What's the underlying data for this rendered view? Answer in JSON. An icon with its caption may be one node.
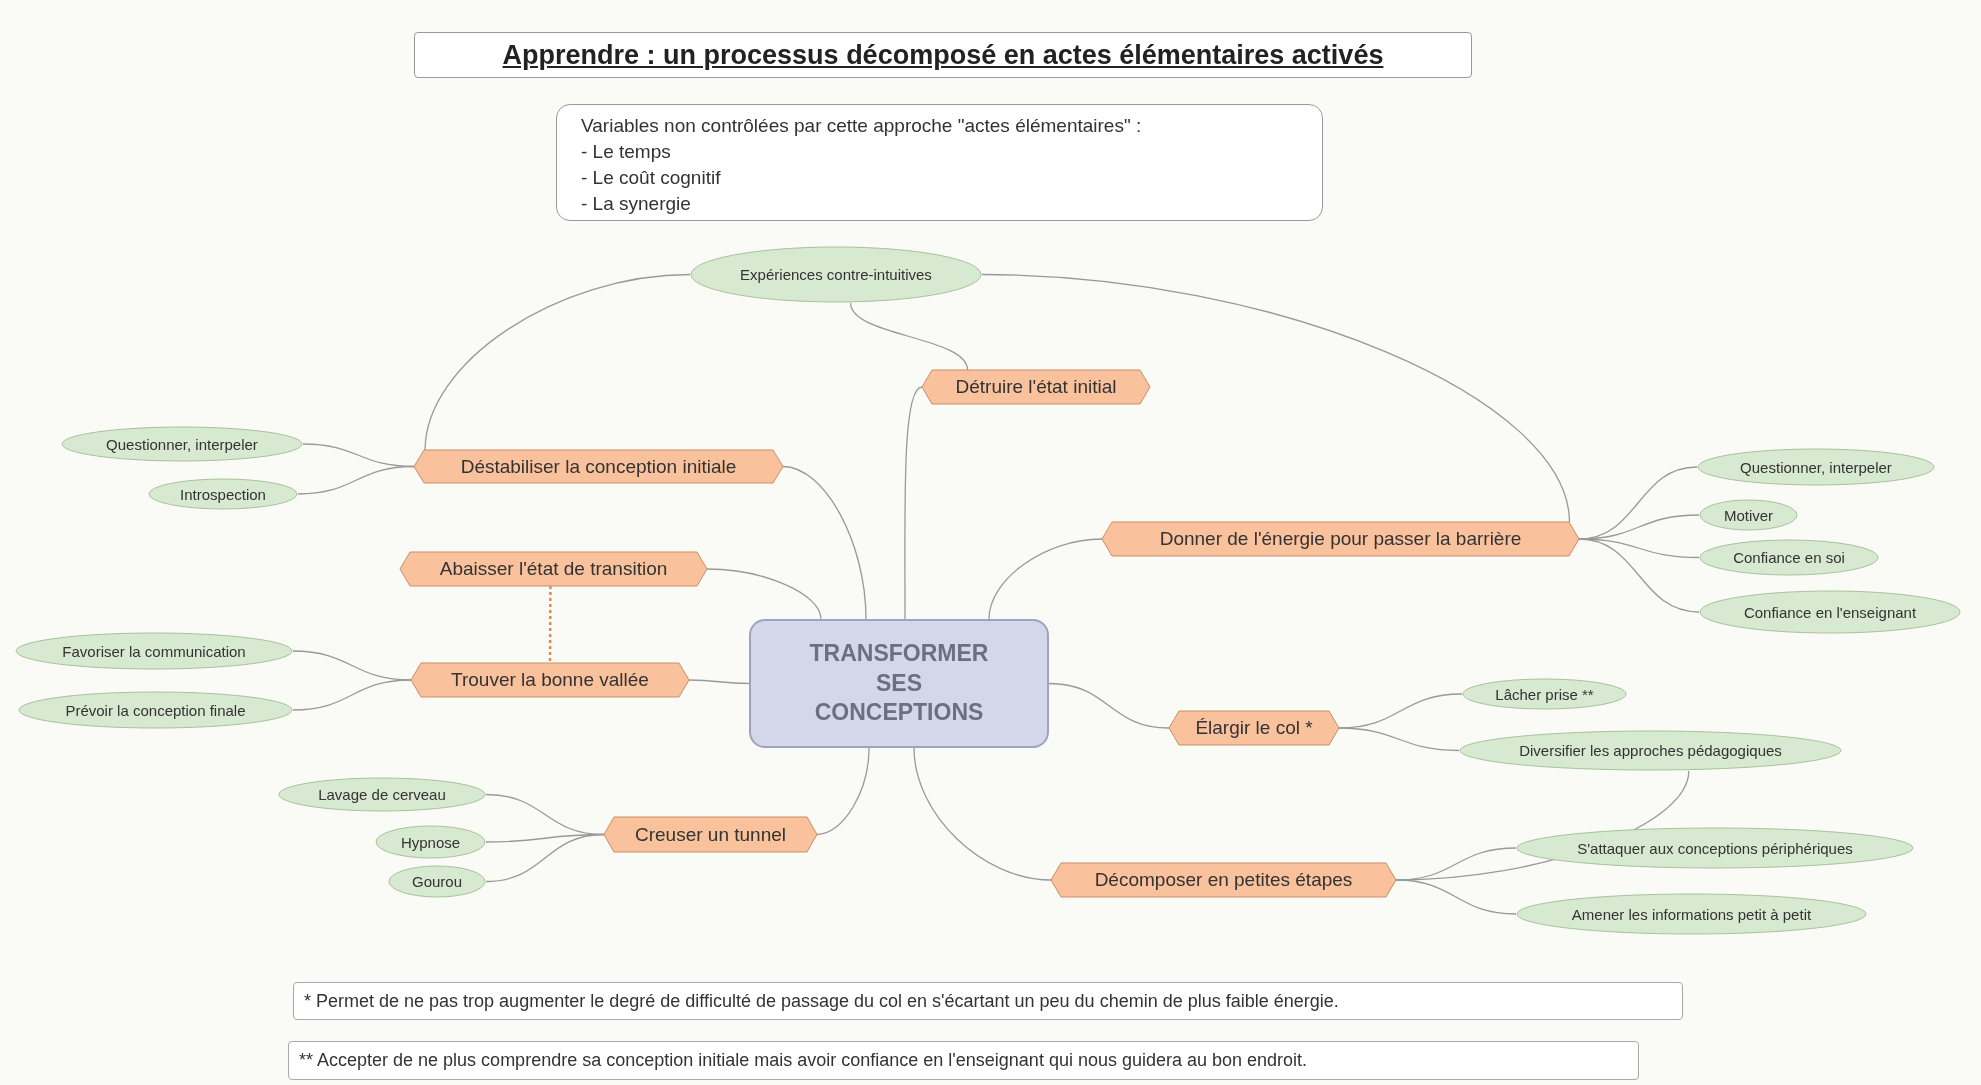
{
  "diagram": {
    "title": "Apprendre : un processus décomposé en actes élémentaires activés",
    "nodes": [
      {
        "text": [
          "Variables non contrôlées par cette approche \"actes élémentaires\" :",
          "- Le temps",
          "- Le coût cognitif",
          "- La synergie"
        ]
      },
      {
        "text": [
          "Expériences contre-intuitives"
        ]
      },
      {
        "text": [
          "Détruire l'état initial"
        ]
      },
      {
        "text": [
          "Questionner, interpeler"
        ]
      },
      {
        "text": [
          "Déstabiliser la conception initiale"
        ]
      },
      {
        "text": [
          "Introspection"
        ]
      },
      {
        "text": [
          "Questionner, interpeler"
        ]
      },
      {
        "text": [
          "Motiver"
        ]
      },
      {
        "text": [
          "Donner de l'énergie pour passer la barrière"
        ]
      },
      {
        "text": [
          "Confiance en soi"
        ]
      },
      {
        "text": [
          "Abaisser l'état de transition"
        ]
      },
      {
        "text": [
          "Confiance en l'enseignant"
        ]
      },
      {
        "text": [
          "Favoriser la communication"
        ]
      },
      {
        "text": [
          "TRANSFORMER SES CONCEPTIONS"
        ]
      },
      {
        "text": [
          "Trouver la bonne vallée"
        ]
      },
      {
        "text": [
          "Lâcher prise **"
        ]
      },
      {
        "text": [
          "Prévoir la conception finale"
        ]
      },
      {
        "text": [
          "Élargir le col *"
        ]
      },
      {
        "text": [
          "Diversifier les approches pédagogiques"
        ]
      },
      {
        "text": [
          "Lavage de cerveau"
        ]
      },
      {
        "text": [
          "Creuser un tunnel"
        ]
      },
      {
        "text": [
          "Hypnose"
        ]
      },
      {
        "text": [
          "S'attaquer aux conceptions périphériques"
        ]
      },
      {
        "text": [
          "Gourou"
        ]
      },
      {
        "text": [
          "Décomposer en petites étapes"
        ]
      },
      {
        "text": [
          "Amener les informations petit à petit"
        ]
      },
      {
        "text": [
          "* Permet de ne pas trop augmenter le degré de difficulté de passage du col en s'écartant un peu du chemin de plus faible énergie."
        ]
      },
      {
        "text": [
          "** Accepter de ne plus comprendre sa conception initiale mais avoir confiance en l'enseignant qui nous guidera au bon endroit."
        ]
      }
    ],
    "edges": [
      {
        "from": 13,
        "to": 2,
        "arrow": "none"
      },
      {
        "from": 13,
        "to": 4,
        "arrow": "none"
      },
      {
        "from": 13,
        "to": 10,
        "arrow": "none"
      },
      {
        "from": 13,
        "to": 14,
        "arrow": "none"
      },
      {
        "from": 13,
        "to": 20,
        "arrow": "none"
      },
      {
        "from": 13,
        "to": 8,
        "arrow": "none"
      },
      {
        "from": 13,
        "to": 17,
        "arrow": "none"
      },
      {
        "from": 13,
        "to": 24,
        "arrow": "none"
      },
      {
        "from": 4,
        "to": 3,
        "arrow": "none"
      },
      {
        "from": 4,
        "to": 5,
        "arrow": "none"
      },
      {
        "from": 4,
        "to": 1,
        "arrow": "none"
      },
      {
        "from": 1,
        "to": 2,
        "arrow": "none"
      },
      {
        "from": 1,
        "to": 8,
        "arrow": "none"
      },
      {
        "from": 10,
        "to": 14,
        "arrow": "none",
        "style": "dashed",
        "color": "#e8884a"
      },
      {
        "from": 14,
        "to": 12,
        "arrow": "none"
      },
      {
        "from": 14,
        "to": 16,
        "arrow": "none"
      },
      {
        "from": 20,
        "to": 19,
        "arrow": "none"
      },
      {
        "from": 20,
        "to": 21,
        "arrow": "none"
      },
      {
        "from": 20,
        "to": 23,
        "arrow": "none"
      },
      {
        "from": 8,
        "to": 6,
        "arrow": "none"
      },
      {
        "from": 8,
        "to": 7,
        "arrow": "none"
      },
      {
        "from": 8,
        "to": 9,
        "arrow": "none"
      },
      {
        "from": 8,
        "to": 11,
        "arrow": "none"
      },
      {
        "from": 17,
        "to": 15,
        "arrow": "none"
      },
      {
        "from": 17,
        "to": 18,
        "arrow": "none"
      },
      {
        "from": 24,
        "to": 18,
        "arrow": "none"
      },
      {
        "from": 24,
        "to": 22,
        "arrow": "none"
      },
      {
        "from": 24,
        "to": 25,
        "arrow": "none"
      }
    ]
  }
}
